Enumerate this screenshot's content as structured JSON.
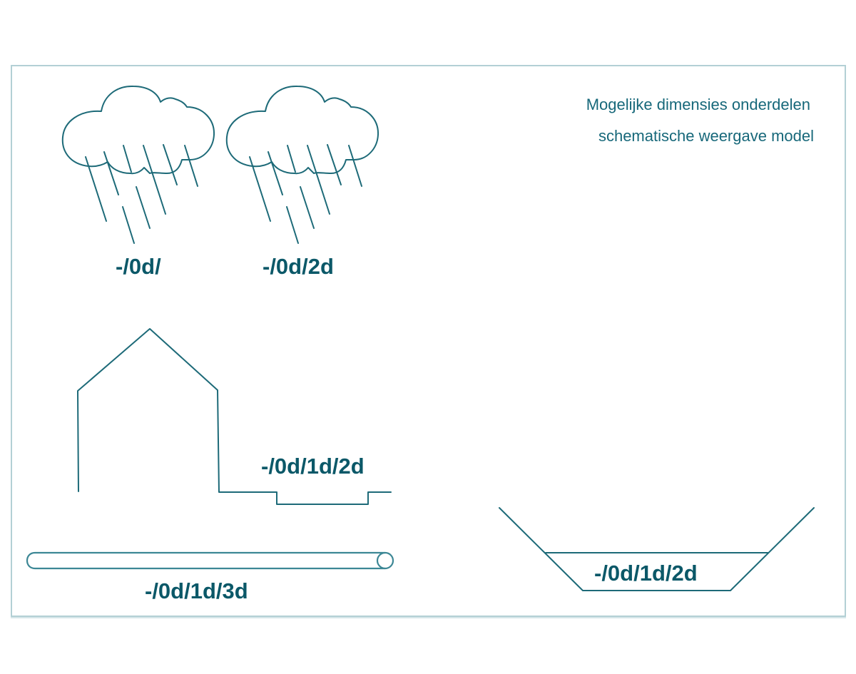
{
  "heading": {
    "line1": "Mogelijke dimensies onderdelen",
    "line2": "schematische weergave model"
  },
  "components": [
    {
      "name": "neerslag-1",
      "icon": "rain-cloud-icon",
      "label": "-/0d/"
    },
    {
      "name": "neerslag-2",
      "icon": "rain-cloud-icon",
      "label": "-/0d/2d"
    },
    {
      "name": "gebouw-maaiveld",
      "icon": "house-ground-icon",
      "label": "-/0d/1d/2d"
    },
    {
      "name": "leiding",
      "icon": "pipe-icon",
      "label": "-/0d/1d/3d"
    },
    {
      "name": "watergang",
      "icon": "channel-icon",
      "label": "-/0d/1d/2d"
    }
  ],
  "colors": {
    "stroke": "#1d6a78",
    "label_text": "#0b5868",
    "heading_text": "#17687a",
    "frame_border": "#b3d0d5",
    "background": "#ffffff"
  }
}
